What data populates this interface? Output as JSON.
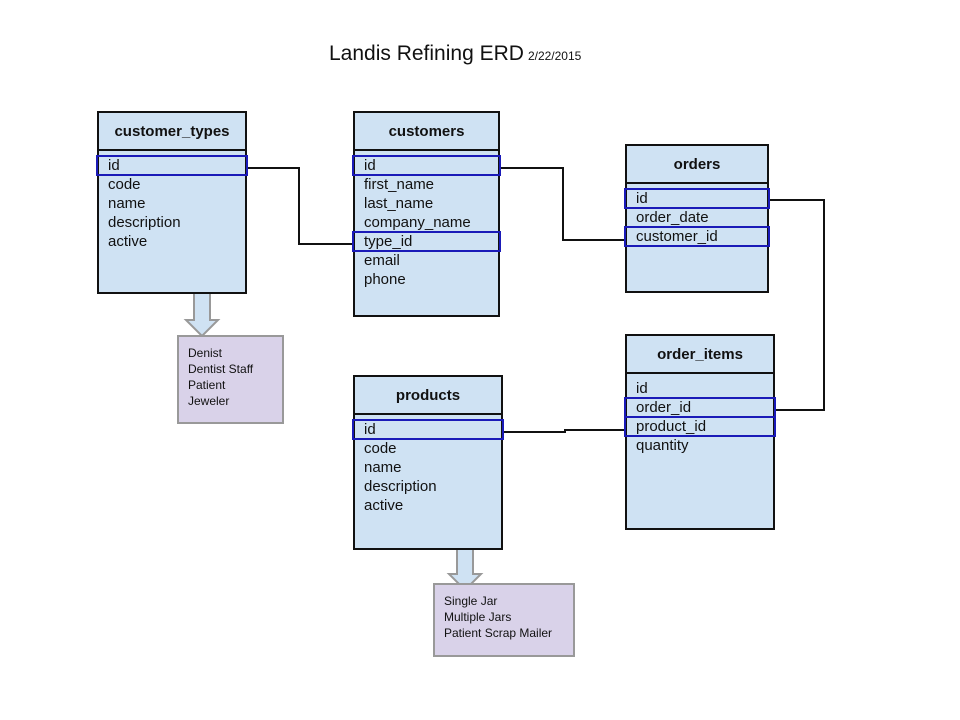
{
  "title": "Landis Refining ERD",
  "date": "2/22/2015",
  "entities": {
    "customer_types": {
      "name": "customer_types",
      "fields": [
        "id",
        "code",
        "name",
        "description",
        "active"
      ]
    },
    "customers": {
      "name": "customers",
      "fields": [
        "id",
        "first_name",
        "last_name",
        "company_name",
        "type_id",
        "email",
        "phone"
      ]
    },
    "orders": {
      "name": "orders",
      "fields": [
        "id",
        "order_date",
        "customer_id"
      ]
    },
    "order_items": {
      "name": "order_items",
      "fields": [
        "id",
        "order_id",
        "product_id",
        "quantity"
      ]
    },
    "products": {
      "name": "products",
      "fields": [
        "id",
        "code",
        "name",
        "description",
        "active"
      ]
    }
  },
  "notes": {
    "customer_types": [
      "Denist",
      "Dentist Staff",
      "Patient",
      "Jeweler"
    ],
    "products": [
      "Single Jar",
      "Multiple Jars",
      "Patient Scrap Mailer"
    ]
  },
  "colors": {
    "entity_fill": "#cfe2f3",
    "key_outline": "#1a1ab8",
    "note_fill": "#d9d2e9",
    "arrow_fill": "#cfe2f3"
  }
}
